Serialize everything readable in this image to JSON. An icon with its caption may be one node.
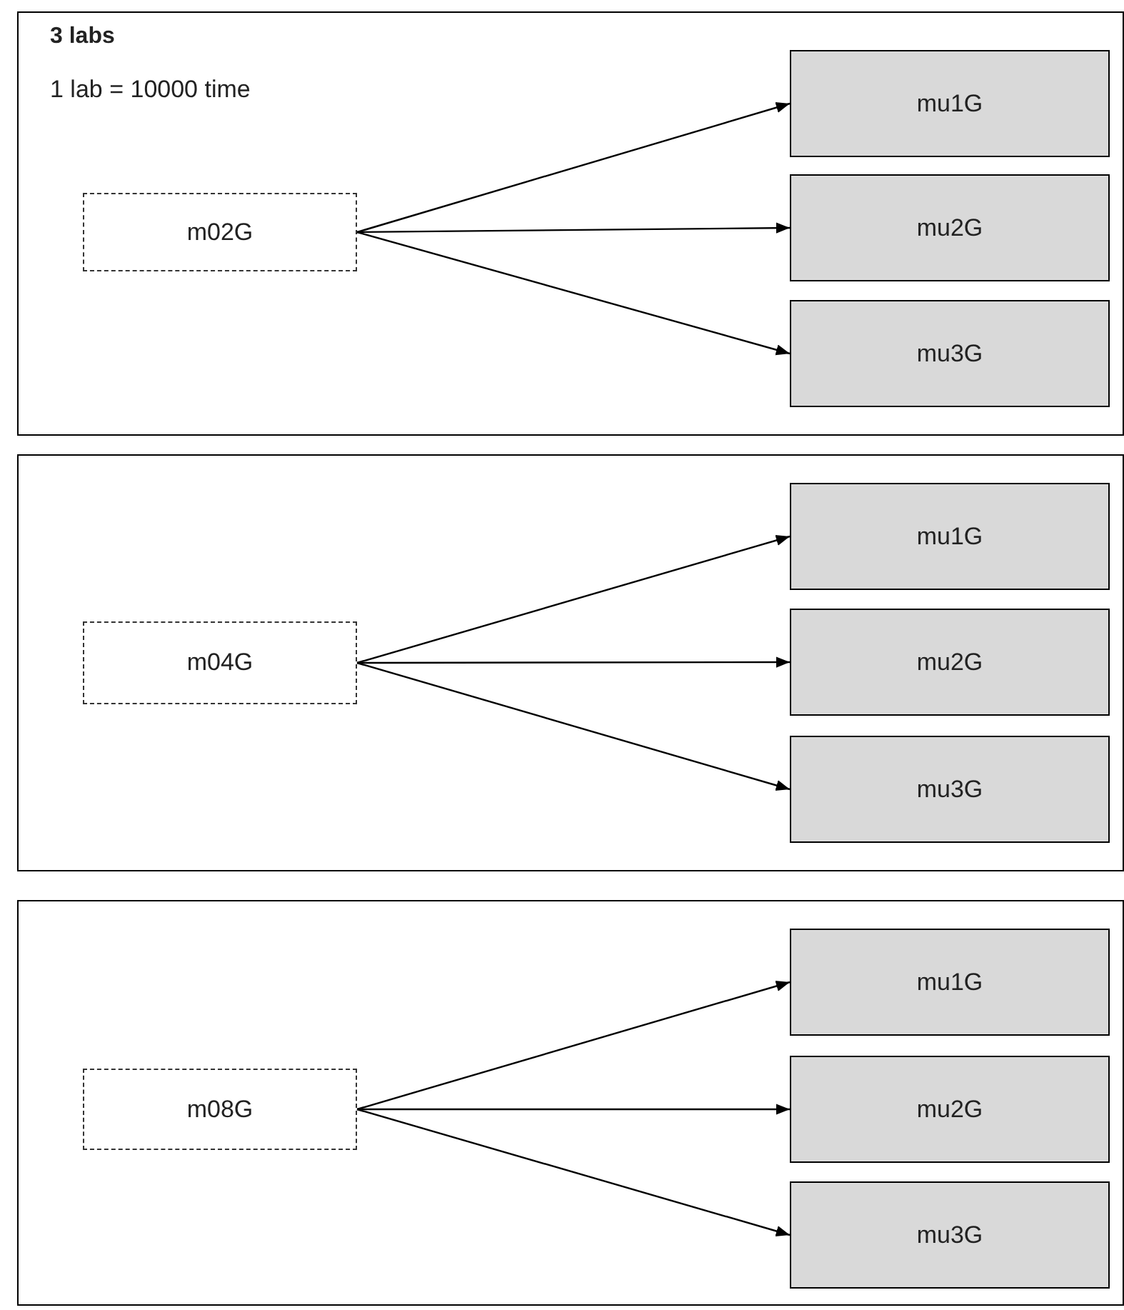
{
  "diagram": {
    "nodes": [
      {
        "text": [
          "3 labs",
          "1 lab = 10000 time"
        ]
      },
      {
        "text": [
          "m02G"
        ],
        "in": 0
      },
      {
        "text": [
          "mu1G"
        ],
        "in": 0
      },
      {
        "text": [
          "mu2G"
        ],
        "in": 0
      },
      {
        "text": [
          "mu3G"
        ],
        "in": 0
      },
      {
        "text": [],
        "shape": "box"
      },
      {
        "text": [
          "m04G"
        ],
        "in": 5
      },
      {
        "text": [
          "mu1G"
        ],
        "in": 5
      },
      {
        "text": [
          "mu2G"
        ],
        "in": 5
      },
      {
        "text": [
          "mu3G"
        ],
        "in": 5
      },
      {
        "text": [],
        "shape": "box"
      },
      {
        "text": [
          "m08G"
        ],
        "in": 10
      },
      {
        "text": [
          "mu1G"
        ],
        "in": 10
      },
      {
        "text": [
          "mu2G"
        ],
        "in": 10
      },
      {
        "text": [
          "mu3G"
        ],
        "in": 10
      }
    ],
    "edges": [
      {
        "from": 1,
        "to": 2,
        "arrow": "to"
      },
      {
        "from": 1,
        "to": 3,
        "arrow": "to"
      },
      {
        "from": 1,
        "to": 4,
        "arrow": "to"
      },
      {
        "from": 6,
        "to": 7,
        "arrow": "to"
      },
      {
        "from": 6,
        "to": 8,
        "arrow": "to"
      },
      {
        "from": 6,
        "to": 9,
        "arrow": "to"
      },
      {
        "from": 11,
        "to": 12,
        "arrow": "to"
      },
      {
        "from": 11,
        "to": 13,
        "arrow": "to"
      },
      {
        "from": 11,
        "to": 14,
        "arrow": "to"
      }
    ]
  }
}
